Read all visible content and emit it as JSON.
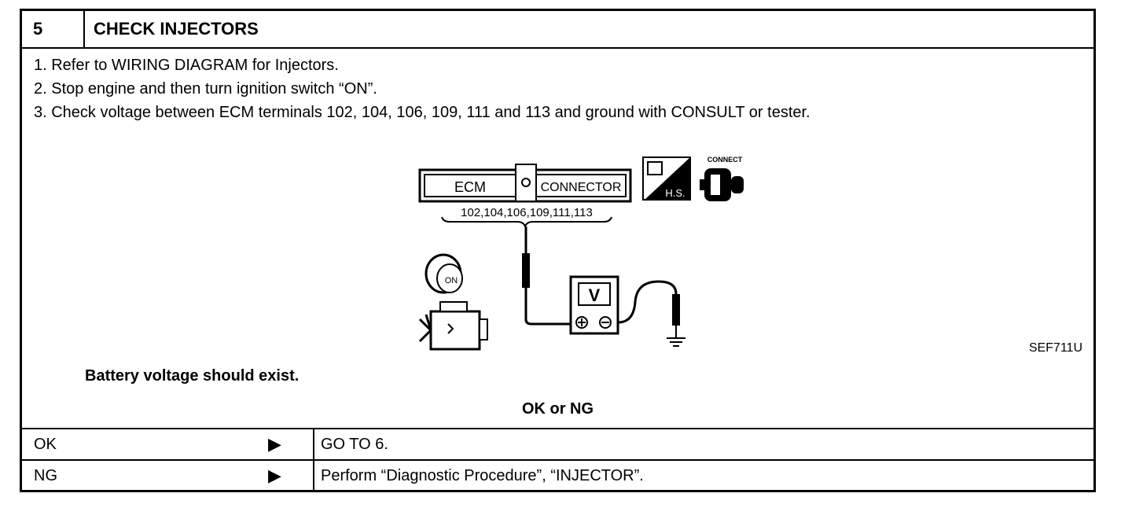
{
  "header": {
    "number": "5",
    "title": "CHECK INJECTORS"
  },
  "steps": [
    "1.  Refer to WIRING DIAGRAM for Injectors.",
    "2.  Stop engine and then turn ignition switch “ON”.",
    "3.  Check voltage between ECM terminals 102, 104, 106, 109, 111 and 113 and ground with CONSULT or tester."
  ],
  "diagram": {
    "ecm_label": "ECM",
    "connector_label": "CONNECTOR",
    "terminals": "102,104,106,109,111,113",
    "meter_label": "V",
    "hs_label": "H.S.",
    "connect_label": "CONNECT",
    "key_label": "ON",
    "ref_code": "SEF711U"
  },
  "expectation": "Battery voltage should exist.",
  "result_heading": "OK or NG",
  "results": [
    {
      "label": "OK",
      "action": "GO TO 6."
    },
    {
      "label": "NG",
      "action": "Perform “Diagnostic Procedure”, “INJECTOR”."
    }
  ]
}
